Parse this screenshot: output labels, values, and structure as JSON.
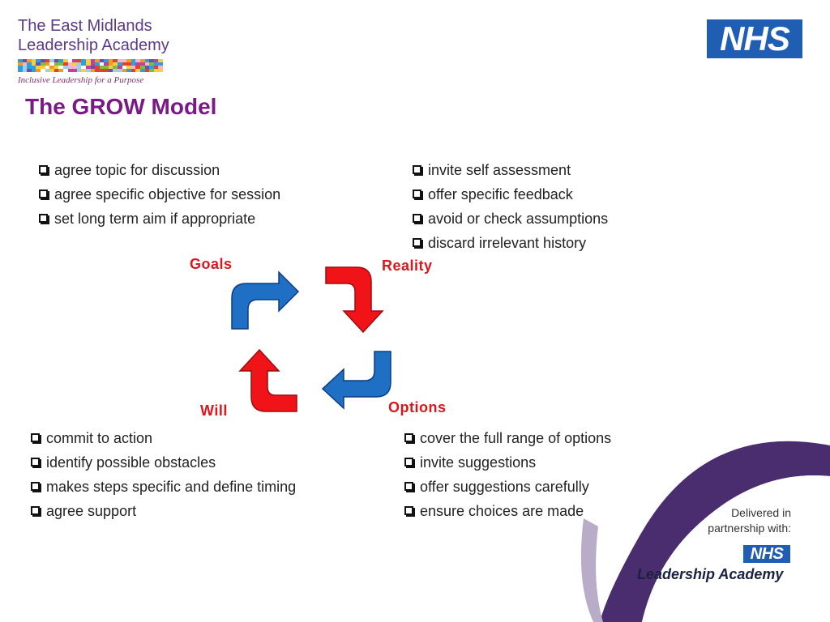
{
  "header": {
    "academy_line1": "The East Midlands",
    "academy_line2": "Leadership Academy",
    "academy_tagline": "Inclusive Leadership for a Purpose",
    "nhs_logo_text": "NHS"
  },
  "slide": {
    "title": "The GROW Model"
  },
  "stages": {
    "goals": "Goals",
    "reality": "Reality",
    "options": "Options",
    "will": "Will"
  },
  "lists": {
    "goals": [
      "agree topic for discussion",
      "agree specific objective for session",
      "set long term aim if appropriate"
    ],
    "reality": [
      "invite self assessment",
      "offer specific feedback",
      "avoid or check assumptions",
      "discard irrelevant history"
    ],
    "will": [
      "commit to action",
      "identify possible obstacles",
      "makes steps specific and define timing",
      "agree support"
    ],
    "options": [
      "cover the full range of options",
      "invite suggestions",
      "offer suggestions carefully",
      "ensure choices are made"
    ]
  },
  "footer": {
    "delivered_line1": "Delivered in",
    "delivered_line2": "partnership with:",
    "nhs_small_text": "NHS",
    "leadership_academy": "Leadership Academy"
  },
  "colors": {
    "title": "#7b1a86",
    "arrow_blue": "#1f6fc4",
    "arrow_red": "#f01418",
    "nhs_blue": "#1f5eb2",
    "swoosh_purple": "#4a2d6e"
  },
  "icons": [
    "checkbox-icon",
    "curved-arrow-icon"
  ]
}
